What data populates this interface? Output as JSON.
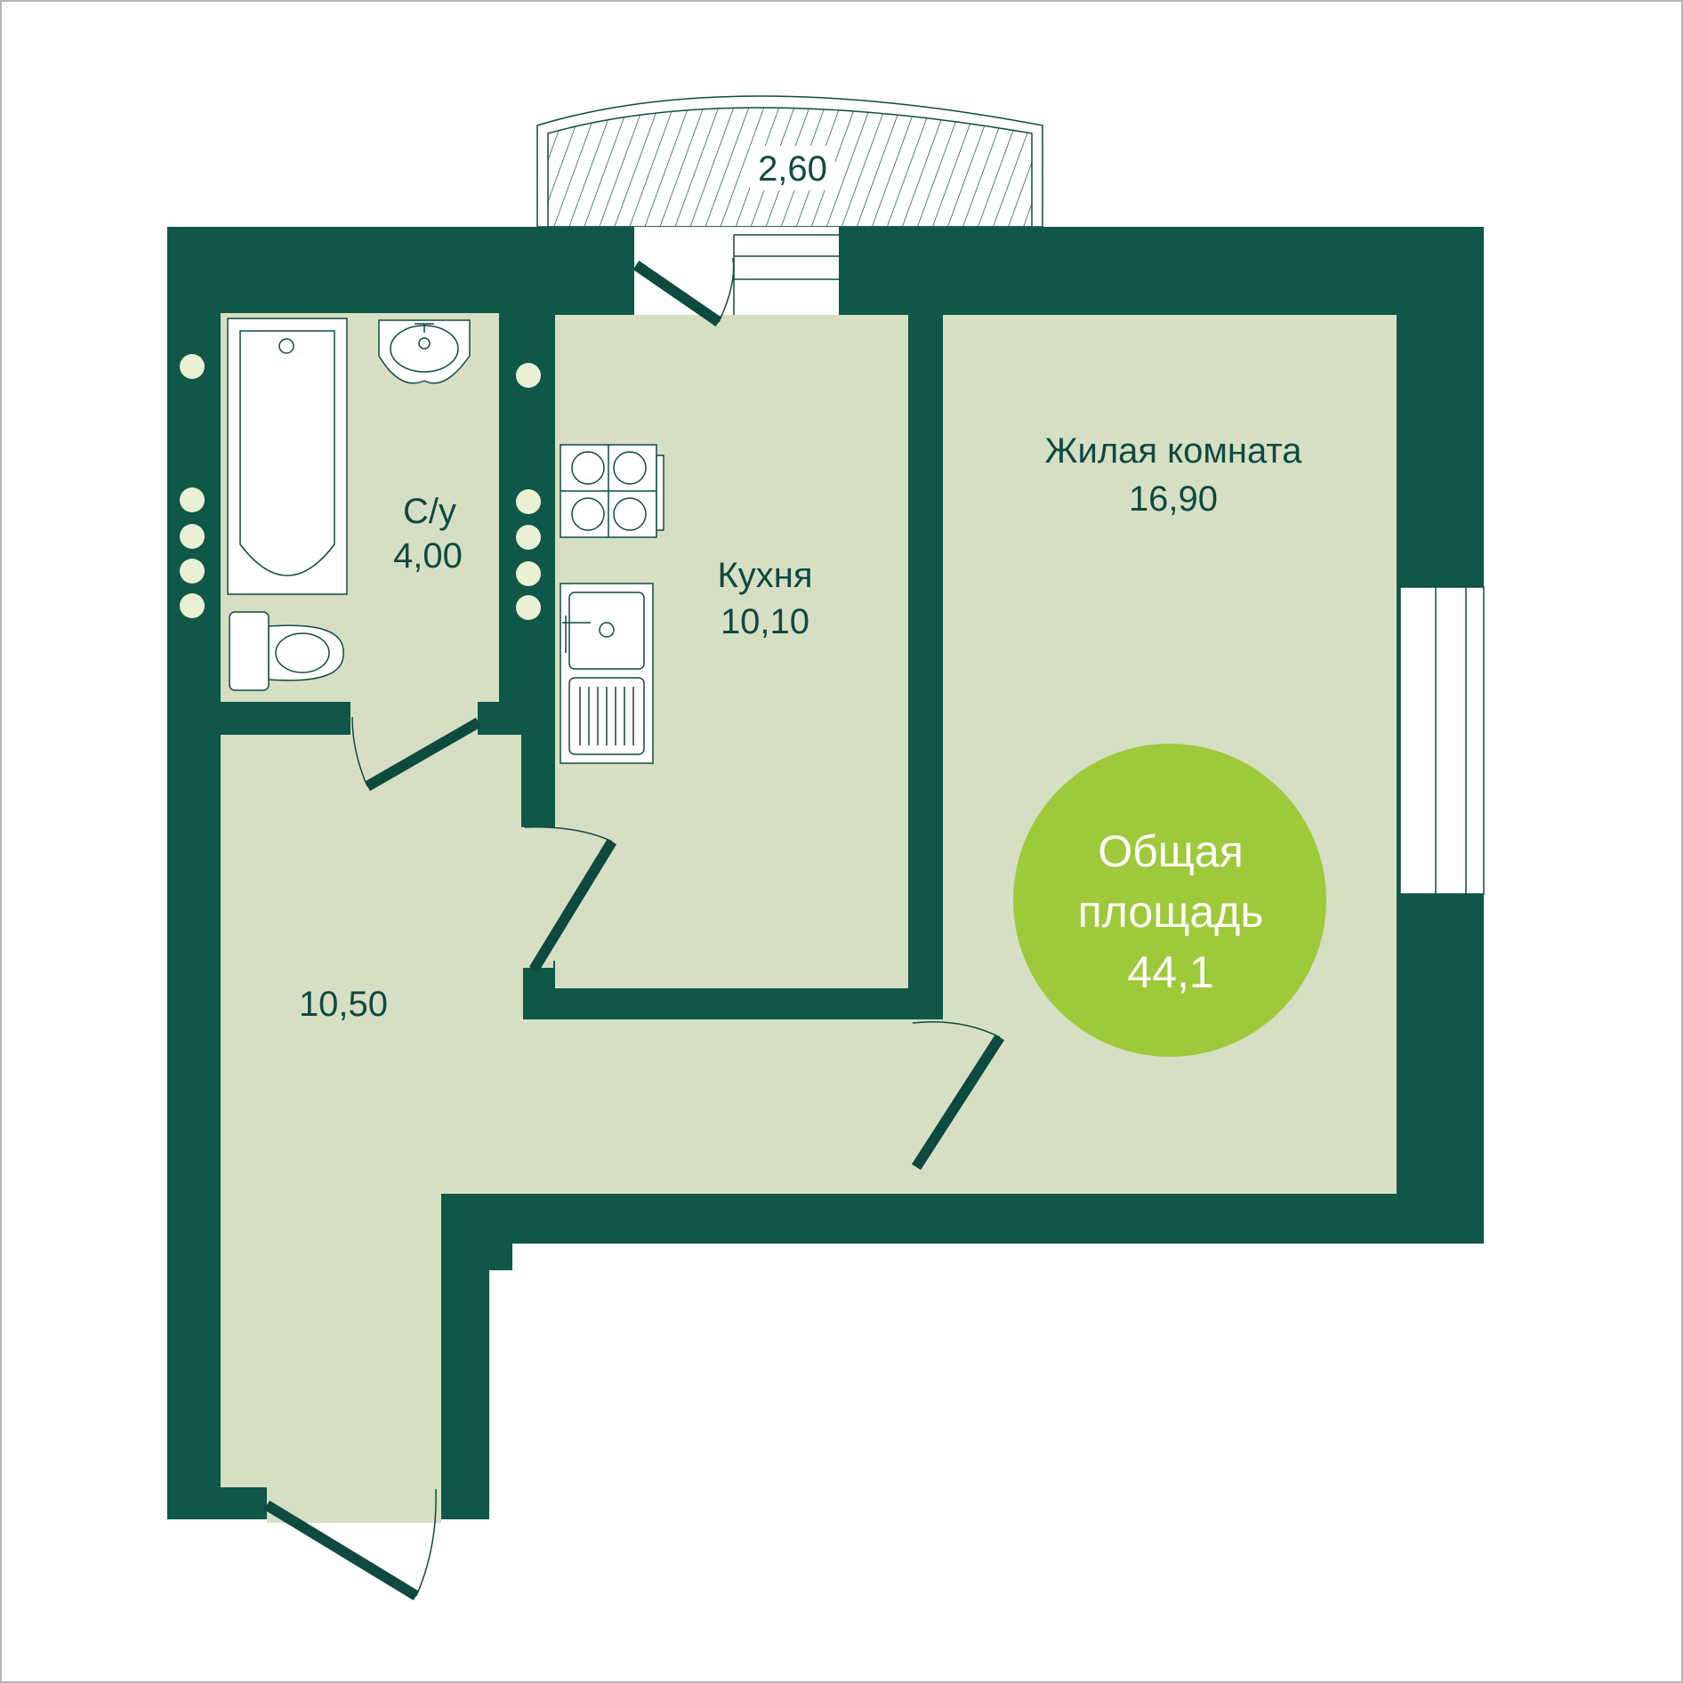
{
  "plan": {
    "colors": {
      "wall": "#0f5748",
      "floor": "#d6dfc4",
      "accent_circle": "#9ec93a",
      "riser": "#e9f0d4",
      "text": "#0f4a40"
    },
    "rooms": {
      "balcony": {
        "area": "2,60"
      },
      "bathroom": {
        "name": "С/у",
        "area": "4,00"
      },
      "kitchen": {
        "name": "Кухня",
        "area": "10,10"
      },
      "living_room": {
        "name": "Жилая комната",
        "area": "16,90"
      },
      "hallway": {
        "area": "10,50"
      }
    },
    "total": {
      "line1": "Общая",
      "line2": "площадь",
      "value": "44,1"
    }
  }
}
